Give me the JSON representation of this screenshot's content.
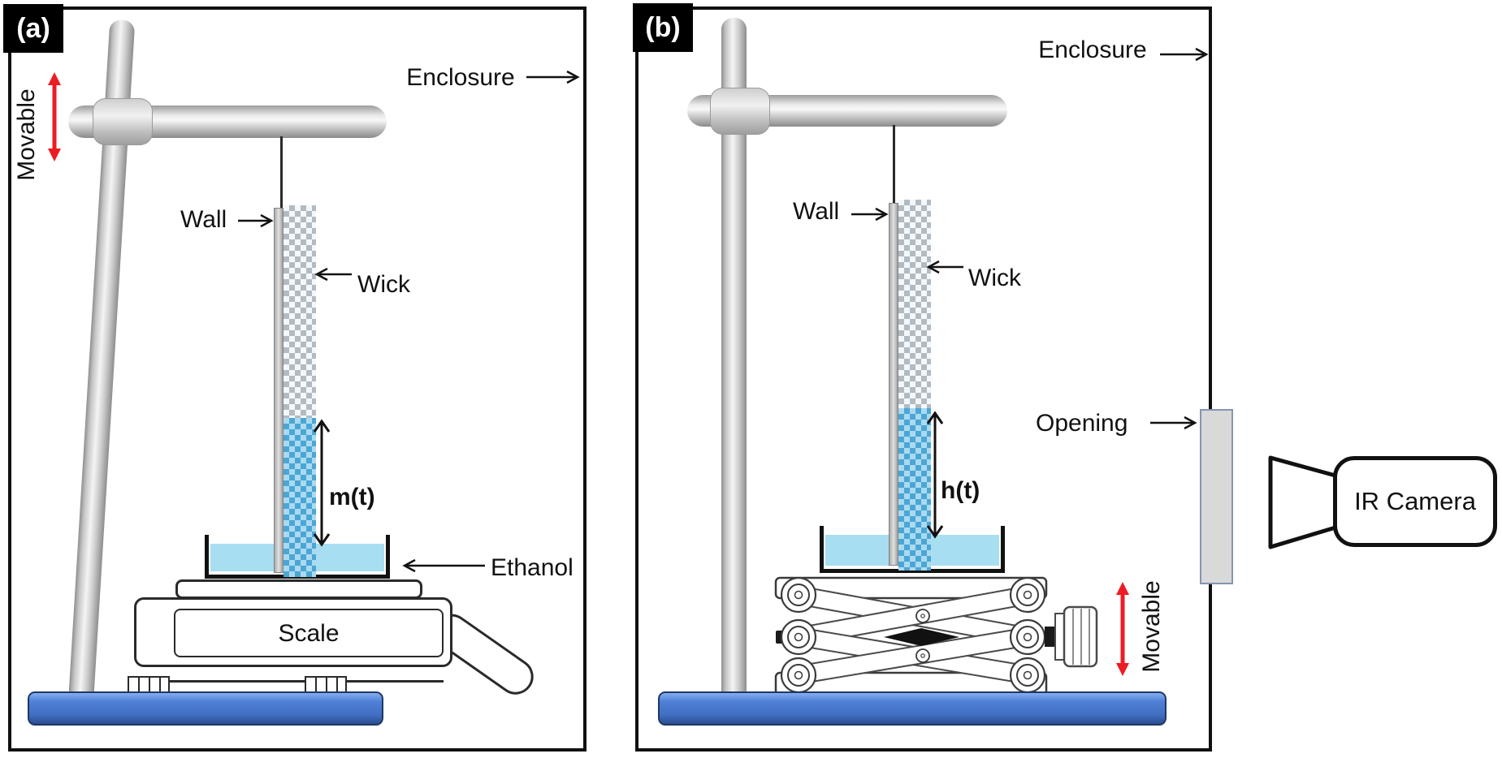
{
  "figure": {
    "panel_a": {
      "tag": "(a)",
      "movable_label": "Movable",
      "enclosure_label": "Enclosure",
      "wall_label": "Wall",
      "wick_label": "Wick",
      "mass_label": "m(t)",
      "ethanol_label": "Ethanol",
      "scale_label": "Scale"
    },
    "panel_b": {
      "tag": "(b)",
      "enclosure_label": "Enclosure",
      "wall_label": "Wall",
      "wick_label": "Wick",
      "height_label": "h(t)",
      "opening_label": "Opening",
      "movable_label": "Movable",
      "ir_camera_label": "IR Camera"
    },
    "colors": {
      "base_blue": "#4472c4",
      "liquid_blue": "#a8def2",
      "wet_wick_blue": "#4ba6d6",
      "dry_wick_gray": "#b2bac2",
      "arrow_red": "#ed1c24",
      "opening_fill": "#d9d9d9",
      "opening_border": "#8496b0",
      "frame_black": "#111111"
    }
  }
}
